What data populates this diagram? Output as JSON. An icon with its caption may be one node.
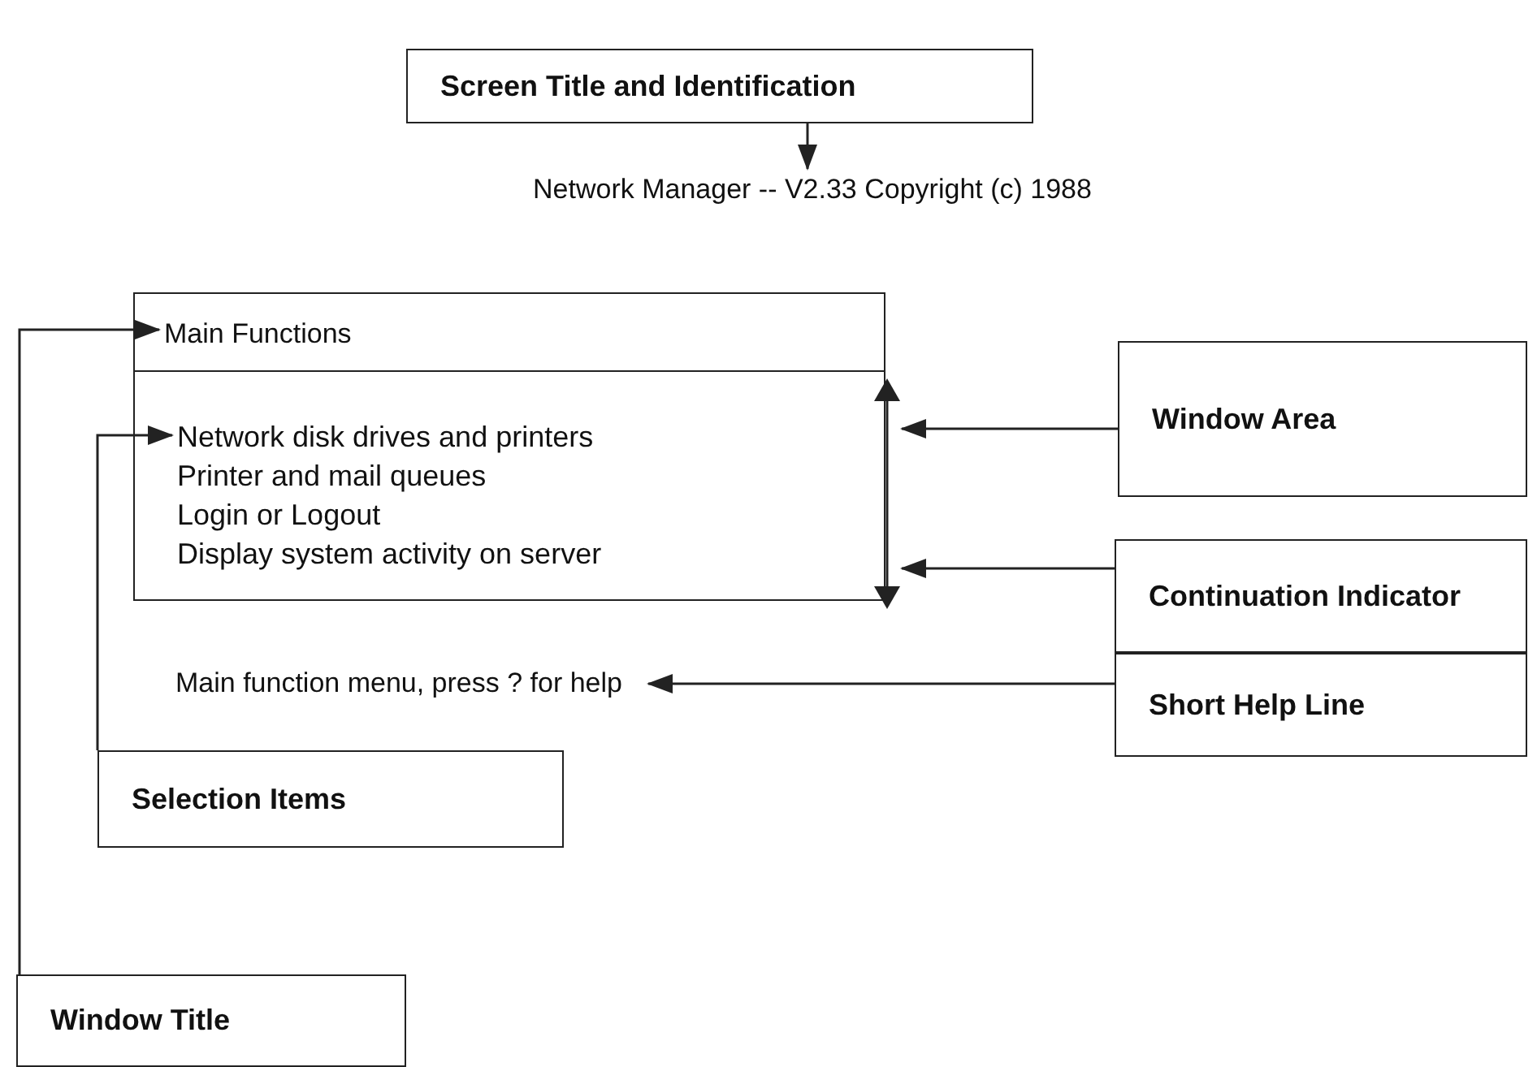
{
  "diagram": {
    "nodes": [
      {
        "text": [
          "Screen Title and Identification"
        ]
      },
      {
        "text": [
          "Network Manager -- V2.33 Copyright (c) 1988"
        ]
      },
      {
        "text": [],
        "shape": "box"
      },
      {
        "text": [
          "Main Functions"
        ],
        "in": 2
      },
      {
        "text": [
          "Network disk drives and printers",
          "Printer and mail queues",
          "Login or Logout",
          "Display system activity on server"
        ],
        "in": 2
      },
      {
        "text": [],
        "shape": "bar",
        "in": 2
      },
      {
        "text": [
          "Window Area"
        ]
      },
      {
        "text": [
          "Continuation Indicator"
        ]
      },
      {
        "text": [
          "Main function menu, press ? for help"
        ]
      },
      {
        "text": [
          "Short Help Line"
        ]
      },
      {
        "text": [
          "Selection Items"
        ]
      },
      {
        "text": [
          "Window Title"
        ]
      }
    ],
    "edges": [
      {
        "from": 0,
        "to": 1,
        "arrow": "to"
      },
      {
        "from": 6,
        "to": 2,
        "arrow": "to"
      },
      {
        "from": 7,
        "to": 5,
        "arrow": "to"
      },
      {
        "from": 9,
        "to": 8,
        "arrow": "to"
      },
      {
        "from": 10,
        "to": 4,
        "arrow": "to"
      },
      {
        "from": 11,
        "to": 3,
        "arrow": "to"
      }
    ]
  }
}
